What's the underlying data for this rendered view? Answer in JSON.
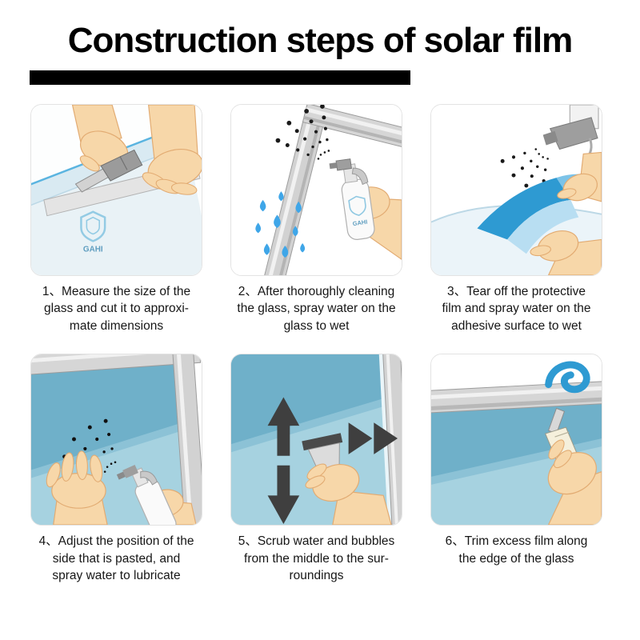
{
  "title": "Construction steps of solar film",
  "brand": "GAHI",
  "colors": {
    "title_black": "#000000",
    "film_teal": "#8cc2d6",
    "film_teal_dark": "#6fb0c9",
    "film_teal_light": "#a6d2e0",
    "film_blue": "#2e9ad2",
    "water_blue": "#3fa6e8",
    "skin": "#f7d7a9",
    "frame_silver": "#d4d4d4",
    "spray_dot": "#1a1a1a"
  },
  "steps": [
    {
      "num": "1",
      "lines": [
        "1、Measure the size of the",
        "glass and cut it to approxi-",
        "mate dimensions"
      ]
    },
    {
      "num": "2",
      "lines": [
        "2、After thoroughly cleaning",
        "the glass, spray water on the",
        "glass to wet"
      ]
    },
    {
      "num": "3",
      "lines": [
        "3、Tear off the protective",
        "film and spray water on the",
        "adhesive surface to wet"
      ]
    },
    {
      "num": "4",
      "lines": [
        "4、Adjust the position of the",
        "side that is pasted, and",
        "spray water to lubricate"
      ]
    },
    {
      "num": "5",
      "lines": [
        "5、Scrub water and bubbles",
        "from the middle to the sur-",
        "roundings"
      ]
    },
    {
      "num": "6",
      "lines": [
        "6、Trim excess film along",
        "the edge of the glass"
      ]
    }
  ]
}
